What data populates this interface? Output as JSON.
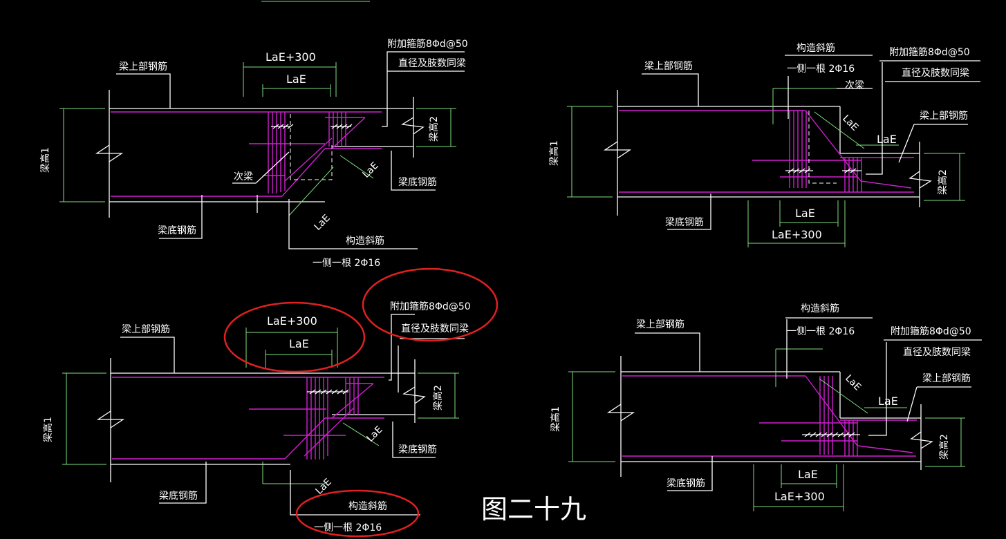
{
  "colors": {
    "background": "#000000",
    "beam_line": "#ffffff",
    "rebar": "#d21fd2",
    "dimension": "#7fe07f",
    "highlight": "#e02020"
  },
  "labels": {
    "top_rebar": "梁上部钢筋",
    "bottom_rebar": "梁底钢筋",
    "beam_height_1": "梁高1",
    "beam_height_2": "梁高2",
    "secondary_beam": "次梁",
    "stirrup_line1": "附加箍筋8Φd@50",
    "stirrup_line2": "直径及肢数同梁",
    "diag_title": "构造斜筋",
    "diag_spec": "一侧一根 2Φ16",
    "dim_long": "LaE+300",
    "dim_short": "LaE",
    "dim_diag": "LaE"
  },
  "figure_caption": "图二十九"
}
